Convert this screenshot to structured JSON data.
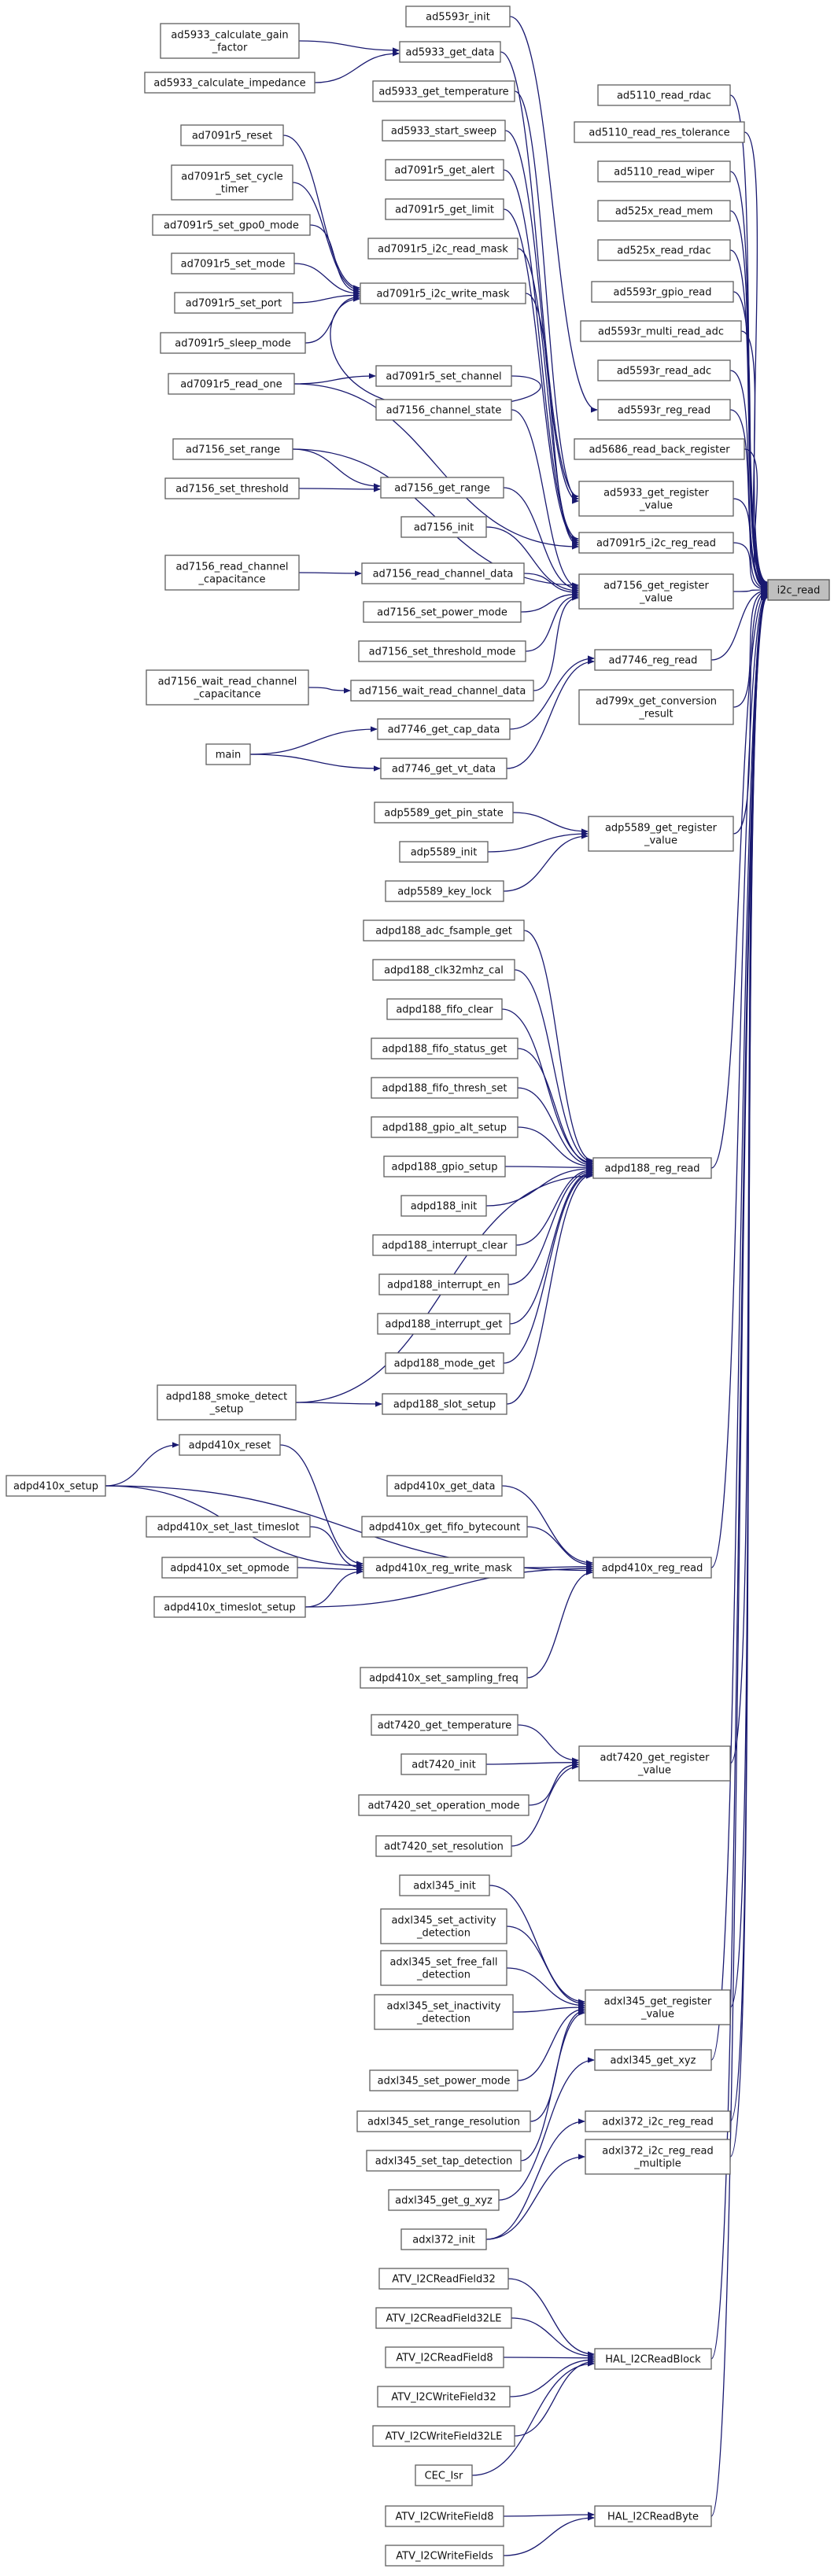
{
  "root": "i2c_read",
  "nodes": {
    "ad5593r_init": [
      "ad5593r_init"
    ],
    "ad5933_calculate_gain_factor": [
      "ad5933_calculate_gain",
      "_factor"
    ],
    "ad5933_get_data": [
      "ad5933_get_data"
    ],
    "ad5933_calculate_impedance": [
      "ad5933_calculate_impedance"
    ],
    "ad5933_get_temperature": [
      "ad5933_get_temperature"
    ],
    "ad5110_read_rdac": [
      "ad5110_read_rdac"
    ],
    "ad5933_start_sweep": [
      "ad5933_start_sweep"
    ],
    "ad5110_read_res_tolerance": [
      "ad5110_read_res_tolerance"
    ],
    "ad7091r5_reset": [
      "ad7091r5_reset"
    ],
    "ad7091r5_get_alert": [
      "ad7091r5_get_alert"
    ],
    "ad5110_read_wiper": [
      "ad5110_read_wiper"
    ],
    "ad7091r5_set_cycle_timer": [
      "ad7091r5_set_cycle",
      "_timer"
    ],
    "ad7091r5_get_limit": [
      "ad7091r5_get_limit"
    ],
    "ad525x_read_mem": [
      "ad525x_read_mem"
    ],
    "ad7091r5_set_gpo0_mode": [
      "ad7091r5_set_gpo0_mode"
    ],
    "ad7091r5_i2c_read_mask": [
      "ad7091r5_i2c_read_mask"
    ],
    "ad525x_read_rdac": [
      "ad525x_read_rdac"
    ],
    "ad7091r5_set_mode": [
      "ad7091r5_set_mode"
    ],
    "ad7091r5_i2c_write_mask": [
      "ad7091r5_i2c_write_mask"
    ],
    "ad5593r_gpio_read": [
      "ad5593r_gpio_read"
    ],
    "ad7091r5_set_port": [
      "ad7091r5_set_port"
    ],
    "ad5593r_multi_read_adc": [
      "ad5593r_multi_read_adc"
    ],
    "ad7091r5_sleep_mode": [
      "ad7091r5_sleep_mode"
    ],
    "ad5593r_read_adc": [
      "ad5593r_read_adc"
    ],
    "ad7091r5_read_one": [
      "ad7091r5_read_one"
    ],
    "ad7091r5_set_channel": [
      "ad7091r5_set_channel"
    ],
    "ad5593r_reg_read": [
      "ad5593r_reg_read"
    ],
    "ad7156_channel_state": [
      "ad7156_channel_state"
    ],
    "ad5686_read_back_register": [
      "ad5686_read_back_register"
    ],
    "ad7156_set_range": [
      "ad7156_set_range"
    ],
    "ad7156_get_range": [
      "ad7156_get_range"
    ],
    "ad5933_get_register_value": [
      "ad5933_get_register",
      "_value"
    ],
    "ad7156_set_threshold": [
      "ad7156_set_threshold"
    ],
    "ad7091r5_i2c_reg_read": [
      "ad7091r5_i2c_reg_read"
    ],
    "ad7156_init": [
      "ad7156_init"
    ],
    "ad7156_read_channel_capacitance": [
      "ad7156_read_channel",
      "_capacitance"
    ],
    "ad7156_read_channel_data": [
      "ad7156_read_channel_data"
    ],
    "ad7156_get_register_value": [
      "ad7156_get_register",
      "_value"
    ],
    "i2c_read": [
      "i2c_read"
    ],
    "ad7156_set_power_mode": [
      "ad7156_set_power_mode"
    ],
    "ad7156_set_threshold_mode": [
      "ad7156_set_threshold_mode"
    ],
    "ad7746_reg_read": [
      "ad7746_reg_read"
    ],
    "ad7156_wait_read_channel_capacitance": [
      "ad7156_wait_read_channel",
      "_capacitance"
    ],
    "ad7156_wait_read_channel_data": [
      "ad7156_wait_read_channel_data"
    ],
    "ad799x_get_conversion_result": [
      "ad799x_get_conversion",
      "_result"
    ],
    "ad7746_get_cap_data": [
      "ad7746_get_cap_data"
    ],
    "main": [
      "main"
    ],
    "ad7746_get_vt_data": [
      "ad7746_get_vt_data"
    ],
    "adp5589_get_pin_state": [
      "adp5589_get_pin_state"
    ],
    "adp5589_get_register_value": [
      "adp5589_get_register",
      "_value"
    ],
    "adp5589_init": [
      "adp5589_init"
    ],
    "adp5589_key_lock": [
      "adp5589_key_lock"
    ],
    "adpd188_adc_fsample_get": [
      "adpd188_adc_fsample_get"
    ],
    "adpd188_clk32mhz_cal": [
      "adpd188_clk32mhz_cal"
    ],
    "adpd188_fifo_clear": [
      "adpd188_fifo_clear"
    ],
    "adpd188_fifo_status_get": [
      "adpd188_fifo_status_get"
    ],
    "adpd188_fifo_thresh_set": [
      "adpd188_fifo_thresh_set"
    ],
    "adpd188_gpio_alt_setup": [
      "adpd188_gpio_alt_setup"
    ],
    "adpd188_gpio_setup": [
      "adpd188_gpio_setup"
    ],
    "adpd188_reg_read": [
      "adpd188_reg_read"
    ],
    "adpd188_init": [
      "adpd188_init"
    ],
    "adpd188_interrupt_clear": [
      "adpd188_interrupt_clear"
    ],
    "adpd188_interrupt_en": [
      "adpd188_interrupt_en"
    ],
    "adpd188_interrupt_get": [
      "adpd188_interrupt_get"
    ],
    "adpd188_mode_get": [
      "adpd188_mode_get"
    ],
    "adpd188_smoke_detect_setup": [
      "adpd188_smoke_detect",
      "_setup"
    ],
    "adpd188_slot_setup": [
      "adpd188_slot_setup"
    ],
    "adpd410x_reset": [
      "adpd410x_reset"
    ],
    "adpd410x_setup": [
      "adpd410x_setup"
    ],
    "adpd410x_get_data": [
      "adpd410x_get_data"
    ],
    "adpd410x_get_fifo_bytecount": [
      "adpd410x_get_fifo_bytecount"
    ],
    "adpd410x_set_last_timeslot": [
      "adpd410x_set_last_timeslot"
    ],
    "adpd410x_set_opmode": [
      "adpd410x_set_opmode"
    ],
    "adpd410x_reg_write_mask": [
      "adpd410x_reg_write_mask"
    ],
    "adpd410x_reg_read": [
      "adpd410x_reg_read"
    ],
    "adpd410x_timeslot_setup": [
      "adpd410x_timeslot_setup"
    ],
    "adpd410x_set_sampling_freq": [
      "adpd410x_set_sampling_freq"
    ],
    "adt7420_get_temperature": [
      "adt7420_get_temperature"
    ],
    "adt7420_init": [
      "adt7420_init"
    ],
    "adt7420_get_register_value": [
      "adt7420_get_register",
      "_value"
    ],
    "adt7420_set_operation_mode": [
      "adt7420_set_operation_mode"
    ],
    "adt7420_set_resolution": [
      "adt7420_set_resolution"
    ],
    "adxl345_init": [
      "adxl345_init"
    ],
    "adxl345_set_activity_detection": [
      "adxl345_set_activity",
      "_detection"
    ],
    "adxl345_set_free_fall_detection": [
      "adxl345_set_free_fall",
      "_detection"
    ],
    "adxl345_get_register_value": [
      "adxl345_get_register",
      "_value"
    ],
    "adxl345_set_inactivity_detection": [
      "adxl345_set_inactivity",
      "_detection"
    ],
    "adxl345_get_xyz": [
      "adxl345_get_xyz"
    ],
    "adxl345_set_power_mode": [
      "adxl345_set_power_mode"
    ],
    "adxl372_i2c_reg_read": [
      "adxl372_i2c_reg_read"
    ],
    "adxl345_set_range_resolution": [
      "adxl345_set_range_resolution"
    ],
    "adxl345_set_tap_detection": [
      "adxl345_set_tap_detection"
    ],
    "adxl345_get_g_xyz": [
      "adxl345_get_g_xyz"
    ],
    "adxl372_i2c_reg_read_multiple": [
      "adxl372_i2c_reg_read",
      "_multiple"
    ],
    "adxl372_init": [
      "adxl372_init"
    ],
    "ATV_I2CReadField32": [
      "ATV_I2CReadField32"
    ],
    "ATV_I2CReadField32LE": [
      "ATV_I2CReadField32LE"
    ],
    "ATV_I2CReadField8": [
      "ATV_I2CReadField8"
    ],
    "HAL_I2CReadBlock": [
      "HAL_I2CReadBlock"
    ],
    "ATV_I2CWriteField32": [
      "ATV_I2CWriteField32"
    ],
    "ATV_I2CWriteField32LE": [
      "ATV_I2CWriteField32LE"
    ],
    "CEC_Isr": [
      "CEC_Isr"
    ],
    "ATV_I2CWriteField8": [
      "ATV_I2CWriteField8"
    ],
    "HAL_I2CReadByte": [
      "HAL_I2CReadByte"
    ],
    "ATV_I2CWriteFields": [
      "ATV_I2CWriteFields"
    ]
  },
  "edges": [
    [
      "ad5593r_init",
      "ad5593r_reg_read"
    ],
    [
      "ad5933_calculate_gain_factor",
      "ad5933_get_data"
    ],
    [
      "ad5933_calculate_impedance",
      "ad5933_get_data"
    ],
    [
      "ad5933_get_data",
      "ad5933_get_register_value"
    ],
    [
      "ad5933_get_temperature",
      "ad5933_get_register_value"
    ],
    [
      "ad5933_start_sweep",
      "ad5933_get_register_value"
    ],
    [
      "ad5110_read_rdac",
      "i2c_read"
    ],
    [
      "ad5110_read_res_tolerance",
      "i2c_read"
    ],
    [
      "ad5110_read_wiper",
      "i2c_read"
    ],
    [
      "ad525x_read_mem",
      "i2c_read"
    ],
    [
      "ad525x_read_rdac",
      "i2c_read"
    ],
    [
      "ad5593r_gpio_read",
      "i2c_read"
    ],
    [
      "ad5593r_multi_read_adc",
      "i2c_read"
    ],
    [
      "ad5593r_read_adc",
      "i2c_read"
    ],
    [
      "ad5593r_reg_read",
      "i2c_read"
    ],
    [
      "ad5686_read_back_register",
      "i2c_read"
    ],
    [
      "ad5933_get_register_value",
      "i2c_read"
    ],
    [
      "ad7091r5_i2c_reg_read",
      "i2c_read"
    ],
    [
      "ad7156_get_register_value",
      "i2c_read"
    ],
    [
      "ad7746_reg_read",
      "i2c_read"
    ],
    [
      "ad799x_get_conversion_result",
      "i2c_read"
    ],
    [
      "adp5589_get_register_value",
      "i2c_read"
    ],
    [
      "adpd188_reg_read",
      "i2c_read"
    ],
    [
      "adpd410x_reg_read",
      "i2c_read"
    ],
    [
      "adt7420_get_register_value",
      "i2c_read"
    ],
    [
      "adxl345_get_register_value",
      "i2c_read"
    ],
    [
      "adxl345_get_xyz",
      "i2c_read"
    ],
    [
      "adxl372_i2c_reg_read",
      "i2c_read"
    ],
    [
      "adxl372_i2c_reg_read_multiple",
      "i2c_read"
    ],
    [
      "HAL_I2CReadBlock",
      "i2c_read"
    ],
    [
      "HAL_I2CReadByte",
      "i2c_read"
    ],
    [
      "ad7091r5_get_alert",
      "ad7091r5_i2c_reg_read"
    ],
    [
      "ad7091r5_get_limit",
      "ad7091r5_i2c_reg_read"
    ],
    [
      "ad7091r5_i2c_read_mask",
      "ad7091r5_i2c_reg_read"
    ],
    [
      "ad7091r5_i2c_write_mask",
      "ad7091r5_i2c_reg_read"
    ],
    [
      "ad7091r5_read_one",
      "ad7091r5_i2c_reg_read"
    ],
    [
      "ad7091r5_reset",
      "ad7091r5_i2c_write_mask"
    ],
    [
      "ad7091r5_set_cycle_timer",
      "ad7091r5_i2c_write_mask"
    ],
    [
      "ad7091r5_set_gpo0_mode",
      "ad7091r5_i2c_write_mask"
    ],
    [
      "ad7091r5_set_mode",
      "ad7091r5_i2c_write_mask"
    ],
    [
      "ad7091r5_set_port",
      "ad7091r5_i2c_write_mask"
    ],
    [
      "ad7091r5_sleep_mode",
      "ad7091r5_i2c_write_mask"
    ],
    [
      "ad7091r5_set_channel",
      "ad7091r5_i2c_write_mask"
    ],
    [
      "ad7091r5_read_one",
      "ad7091r5_set_channel"
    ],
    [
      "ad7156_set_range",
      "ad7156_get_range"
    ],
    [
      "ad7156_set_threshold",
      "ad7156_get_range"
    ],
    [
      "ad7156_set_range",
      "ad7156_get_register_value"
    ],
    [
      "ad7156_channel_state",
      "ad7156_get_register_value"
    ],
    [
      "ad7156_get_range",
      "ad7156_get_register_value"
    ],
    [
      "ad7156_init",
      "ad7156_get_register_value"
    ],
    [
      "ad7156_read_channel_data",
      "ad7156_get_register_value"
    ],
    [
      "ad7156_set_power_mode",
      "ad7156_get_register_value"
    ],
    [
      "ad7156_set_threshold_mode",
      "ad7156_get_register_value"
    ],
    [
      "ad7156_wait_read_channel_data",
      "ad7156_get_register_value"
    ],
    [
      "ad7156_read_channel_capacitance",
      "ad7156_read_channel_data"
    ],
    [
      "ad7156_wait_read_channel_capacitance",
      "ad7156_wait_read_channel_data"
    ],
    [
      "ad7746_get_cap_data",
      "ad7746_reg_read"
    ],
    [
      "ad7746_get_vt_data",
      "ad7746_reg_read"
    ],
    [
      "main",
      "ad7746_get_cap_data"
    ],
    [
      "main",
      "ad7746_get_vt_data"
    ],
    [
      "adp5589_get_pin_state",
      "adp5589_get_register_value"
    ],
    [
      "adp5589_init",
      "adp5589_get_register_value"
    ],
    [
      "adp5589_key_lock",
      "adp5589_get_register_value"
    ],
    [
      "adpd188_adc_fsample_get",
      "adpd188_reg_read"
    ],
    [
      "adpd188_clk32mhz_cal",
      "adpd188_reg_read"
    ],
    [
      "adpd188_fifo_clear",
      "adpd188_reg_read"
    ],
    [
      "adpd188_fifo_status_get",
      "adpd188_reg_read"
    ],
    [
      "adpd188_fifo_thresh_set",
      "adpd188_reg_read"
    ],
    [
      "adpd188_gpio_alt_setup",
      "adpd188_reg_read"
    ],
    [
      "adpd188_gpio_setup",
      "adpd188_reg_read"
    ],
    [
      "adpd188_init",
      "adpd188_reg_read"
    ],
    [
      "adpd188_interrupt_clear",
      "adpd188_reg_read"
    ],
    [
      "adpd188_interrupt_en",
      "adpd188_reg_read"
    ],
    [
      "adpd188_interrupt_get",
      "adpd188_reg_read"
    ],
    [
      "adpd188_mode_get",
      "adpd188_reg_read"
    ],
    [
      "adpd188_slot_setup",
      "adpd188_reg_read"
    ],
    [
      "adpd188_smoke_detect_setup",
      "adpd188_reg_read"
    ],
    [
      "adpd188_smoke_detect_setup",
      "adpd188_slot_setup"
    ],
    [
      "adpd410x_setup",
      "adpd410x_reset"
    ],
    [
      "adpd410x_reset",
      "adpd410x_reg_write_mask"
    ],
    [
      "adpd410x_setup",
      "adpd410x_reg_write_mask"
    ],
    [
      "adpd410x_set_last_timeslot",
      "adpd410x_reg_write_mask"
    ],
    [
      "adpd410x_set_opmode",
      "adpd410x_reg_write_mask"
    ],
    [
      "adpd410x_timeslot_setup",
      "adpd410x_reg_write_mask"
    ],
    [
      "adpd410x_get_data",
      "adpd410x_reg_read"
    ],
    [
      "adpd410x_get_fifo_bytecount",
      "adpd410x_reg_read"
    ],
    [
      "adpd410x_reg_write_mask",
      "adpd410x_reg_read"
    ],
    [
      "adpd410x_timeslot_setup",
      "adpd410x_reg_read"
    ],
    [
      "adpd410x_setup",
      "adpd410x_reg_read"
    ],
    [
      "adpd410x_set_sampling_freq",
      "adpd410x_reg_read"
    ],
    [
      "adt7420_get_temperature",
      "adt7420_get_register_value"
    ],
    [
      "adt7420_init",
      "adt7420_get_register_value"
    ],
    [
      "adt7420_set_operation_mode",
      "adt7420_get_register_value"
    ],
    [
      "adt7420_set_resolution",
      "adt7420_get_register_value"
    ],
    [
      "adxl345_init",
      "adxl345_get_register_value"
    ],
    [
      "adxl345_set_activity_detection",
      "adxl345_get_register_value"
    ],
    [
      "adxl345_set_free_fall_detection",
      "adxl345_get_register_value"
    ],
    [
      "adxl345_set_inactivity_detection",
      "adxl345_get_register_value"
    ],
    [
      "adxl345_set_power_mode",
      "adxl345_get_register_value"
    ],
    [
      "adxl345_set_range_resolution",
      "adxl345_get_register_value"
    ],
    [
      "adxl345_set_tap_detection",
      "adxl345_get_register_value"
    ],
    [
      "adxl345_get_g_xyz",
      "adxl345_get_xyz"
    ],
    [
      "adxl372_init",
      "adxl372_i2c_reg_read"
    ],
    [
      "adxl372_init",
      "adxl372_i2c_reg_read_multiple"
    ],
    [
      "ATV_I2CReadField32",
      "HAL_I2CReadBlock"
    ],
    [
      "ATV_I2CReadField32LE",
      "HAL_I2CReadBlock"
    ],
    [
      "ATV_I2CReadField8",
      "HAL_I2CReadBlock"
    ],
    [
      "ATV_I2CWriteField32",
      "HAL_I2CReadBlock"
    ],
    [
      "ATV_I2CWriteField32LE",
      "HAL_I2CReadBlock"
    ],
    [
      "CEC_Isr",
      "HAL_I2CReadBlock"
    ],
    [
      "ATV_I2CWriteField8",
      "HAL_I2CReadByte"
    ],
    [
      "ATV_I2CWriteFields",
      "HAL_I2CReadByte"
    ]
  ],
  "colors": {
    "edge": "#191970",
    "node_border": "#5f5f5f",
    "root_fill": "#bfbfbf",
    "node_fill": "#ffffff"
  }
}
